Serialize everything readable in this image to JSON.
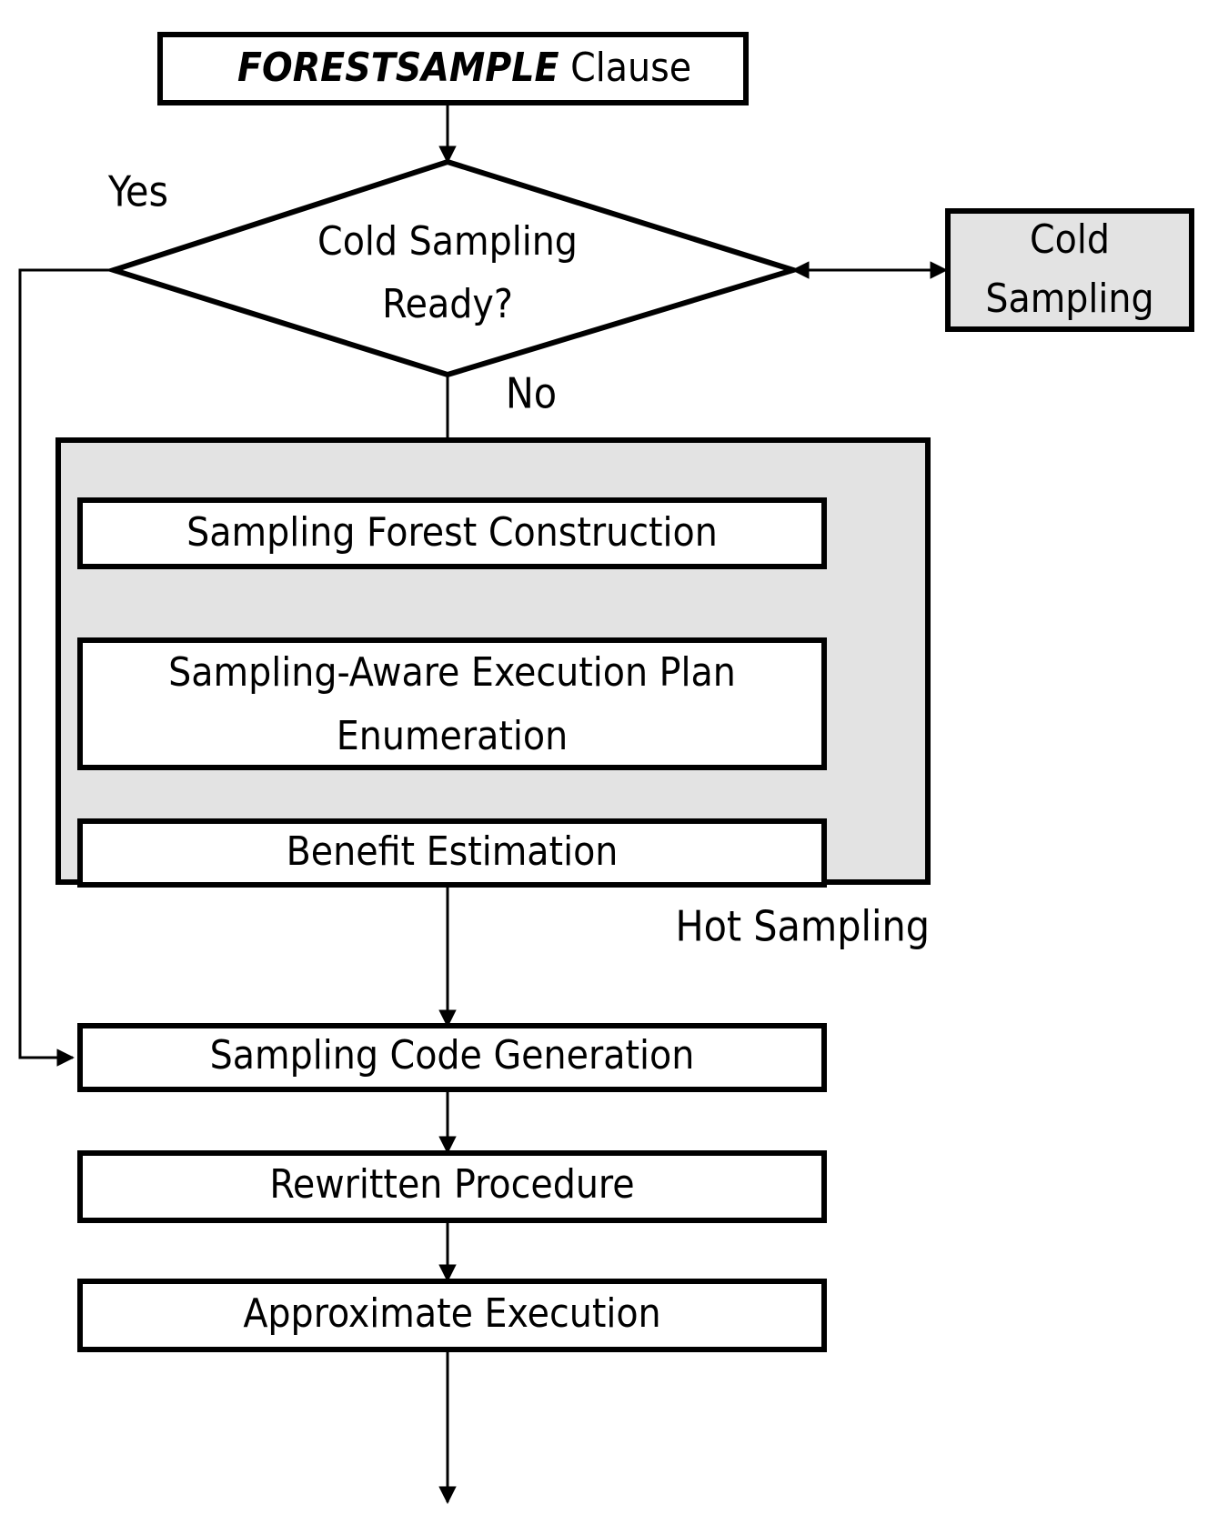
{
  "diagram": {
    "type": "flowchart",
    "title_node": {
      "id": "forestsample-clause",
      "text_italic": "FORESTSAMPLE",
      "text_regular": " Clause",
      "fill": "#ffffff",
      "stroke": "#000000"
    },
    "decision": {
      "id": "cold-sampling-ready",
      "line1": "Cold Sampling",
      "line2": "Ready?",
      "yes_label": "Yes",
      "no_label": "No",
      "fill": "#ffffff"
    },
    "cold_sampling": {
      "id": "cold-sampling",
      "line1": "Cold",
      "line2": "Sampling",
      "fill": "#e3e3e3"
    },
    "hot_sampling_group": {
      "id": "hot-sampling-group",
      "label": "Hot Sampling",
      "fill": "#e3e3e3",
      "steps": [
        {
          "id": "sampling-forest-construction",
          "line1": "Sampling Forest Construction",
          "line2": ""
        },
        {
          "id": "sampling-aware-execution-plan-enumeration",
          "line1": "Sampling-Aware Execution Plan",
          "line2": "Enumeration"
        },
        {
          "id": "benefit-estimation",
          "line1": "Benefit Estimation",
          "line2": ""
        }
      ]
    },
    "tail_steps": [
      {
        "id": "sampling-code-generation",
        "label": "Sampling Code Generation"
      },
      {
        "id": "rewritten-procedure",
        "label": "Rewritten Procedure"
      },
      {
        "id": "approximate-execution",
        "label": "Approximate Execution"
      }
    ],
    "colors": {
      "background": "#ffffff",
      "stroke": "#000000",
      "shaded": "#e3e3e3"
    }
  }
}
